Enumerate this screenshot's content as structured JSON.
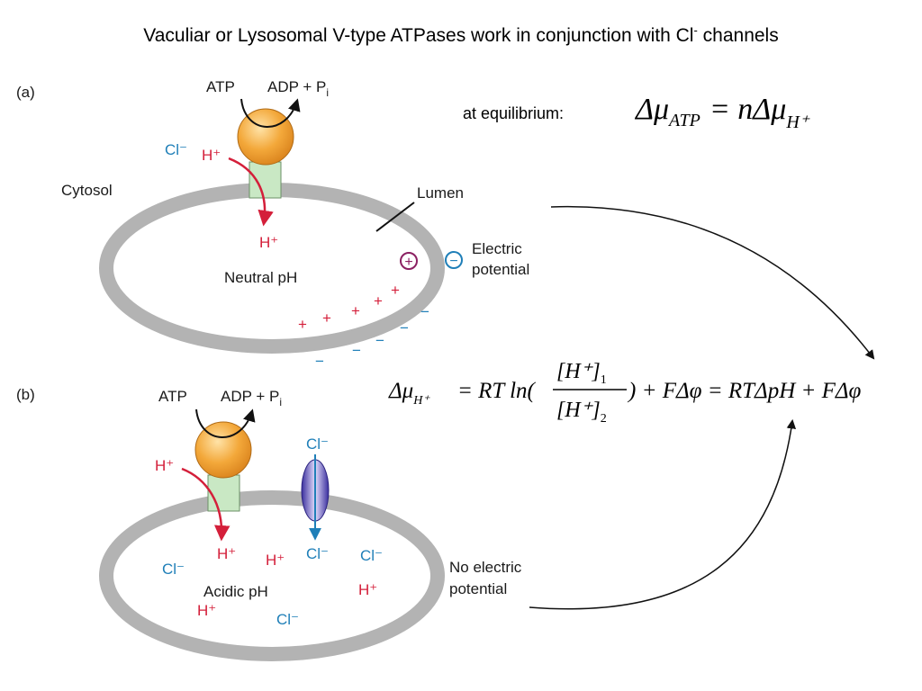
{
  "title": {
    "text": "Vaculiar or Lysosomal V-type ATPases work in conjunction with Cl",
    "superscript": "-",
    "suffix": " channels"
  },
  "panel_a": {
    "label": "(a)",
    "atp": "ATP",
    "adp": "ADP + P",
    "adp_sub": "i",
    "cl_outside": "Cl⁻",
    "h_outside": "H⁺",
    "h_inside": "H⁺",
    "cytosol": "Cytosol",
    "lumen": "Lumen",
    "neutral_ph": "Neutral pH",
    "plus_symbol": "+",
    "minus_symbol": "−",
    "electric": "Electric",
    "potential": "potential",
    "plus_signs": [
      "+",
      "+",
      "+",
      "+",
      "+"
    ],
    "minus_signs": [
      "−",
      "−",
      "−",
      "−",
      "−"
    ]
  },
  "panel_b": {
    "label": "(b)",
    "atp": "ATP",
    "adp": "ADP + P",
    "adp_sub": "i",
    "h_outside": "H⁺",
    "cl_channel_top": "Cl⁻",
    "cl_channel_bottom": "Cl⁻",
    "h_pump_inside": "H⁺",
    "h_inside_2": "H⁺",
    "h_inside_3": "H⁺",
    "h_inside_4": "H⁺",
    "cl_inside_1": "Cl⁻",
    "cl_inside_2": "Cl⁻",
    "cl_inside_3": "Cl⁻",
    "acidic_ph": "Acidic pH",
    "no_electric": "No electric",
    "potential": "potential"
  },
  "equations": {
    "equilibrium_label": "at equilibrium:",
    "eq1_lhs": "Δμ",
    "eq1_lhs_sub": "ATP",
    "eq1_rhs_n": "= nΔμ",
    "eq1_rhs_sub": "H⁺",
    "eq2_lhs": "Δμ",
    "eq2_lhs_sub": "H⁺",
    "eq2_mid": "= RT ln(",
    "eq2_num": "[H⁺]",
    "eq2_num_sub": "1",
    "eq2_den": "[H⁺]",
    "eq2_den_sub": "2",
    "eq2_rest": ") + FΔφ = RTΔpH + FΔφ"
  },
  "colors": {
    "membrane": "#b3b3b3",
    "pump": "#f3a83a",
    "stalk": "#c9e8c4",
    "proton_red": "#d41f3a",
    "chloride_blue": "#1f7fb8",
    "channel_purple": "#6a5cc9"
  }
}
